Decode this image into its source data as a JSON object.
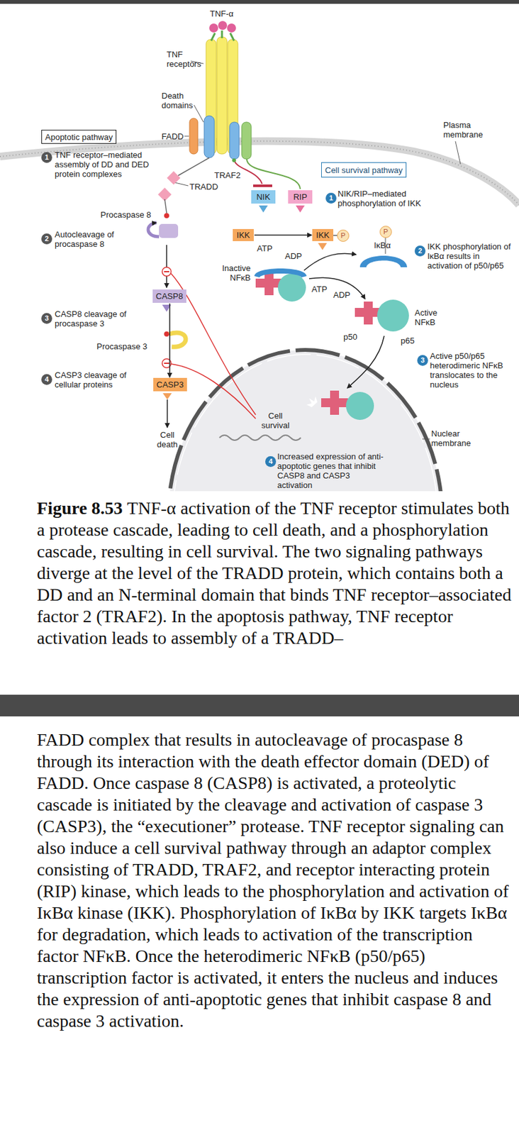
{
  "diagram": {
    "caption": "TNF-α activation of the TNF receptor stimulates both a protease cascade, leading to cell death, and a phosphorylation cascade, resulting in cell survival. The two signaling pathways diverge at the level of the TRADD protein, which contains both a DD and an N-terminal domain that binds TNF receptor–associated factor 2 (TRAF2). In the apoptosis pathway, TNF receptor activation leads to assembly of a TRADD–",
    "nodes": [
      {
        "text": [
          "Apoptotic pathway"
        ]
      },
      {
        "text": [
          "Cell survival pathway"
        ]
      },
      {
        "text": [
          "NIK"
        ]
      },
      {
        "text": [
          "RIP"
        ]
      },
      {
        "text": [
          "IKK"
        ]
      },
      {
        "text": [
          "IKK"
        ]
      },
      {
        "text": [
          "P"
        ]
      },
      {
        "text": [
          "P"
        ]
      },
      {
        "text": [
          "CASP8"
        ]
      },
      {
        "text": [
          "CASP3"
        ]
      }
    ],
    "edges": [
      {
        "from": 4,
        "to": 5,
        "arrow": "to"
      },
      {
        "from": 8,
        "to": 9,
        "arrow": "to"
      }
    ],
    "labels": [
      "TNF-α",
      "TNF receptors",
      "Death domains",
      "FADD",
      "Plasma membrane",
      "TRAF2",
      "TRADD",
      "1",
      "TNF receptor–mediated assembly of DD and DED protein complexes",
      "1",
      "NIK/RIP–mediated phosphorylation of IKK",
      "Procaspase 8",
      "2",
      "Autocleavage of procaspase 8",
      "ATP",
      "ADP",
      "IκBα",
      "2",
      "IKK phosphorylation of IκBα results in activation of p50/p65",
      "Inactive NFκB",
      "ATP",
      "ADP",
      "Active NFκB",
      "p50",
      "p65",
      "3",
      "CASP8 cleavage of procaspase 3",
      "Procaspase 3",
      "3",
      "Active p50/p65 heterodimeric NFκB translocates to the nucleus",
      "4",
      "CASP3 cleavage of cellular proteins",
      "Cell survival",
      "Cell death",
      "Nuclear membrane",
      "4",
      "Increased expression of anti-apoptotic genes that inhibit CASP8 and CASP3 activation",
      "Figure 8.53",
      "FADD complex that results in autocleavage of procaspase 8 through its interaction with the death effector domain (DED) of FADD. Once caspase 8 (CASP8) is activated, a proteolytic cascade is initiated by the cleavage and activation of caspase 3 (CASP3), the “executioner” protease. TNF receptor signaling can also induce a cell survival pathway through an adaptor complex consisting of TRADD, TRAF2, and receptor interacting protein (RIP) kinase, which leads to the phosphorylation and activation of IκBα kinase (IKK). Phosphorylation of IκBα by IKK targets IκBα for degradation, which leads to activation of the transcription factor NFκB. Once the heterodimeric NFκB (p50/p65) transcription factor is activated, it enters the nucleus and induces the expression of anti-apoptotic genes that inhibit caspase 8 and caspase 3 activation."
    ]
  }
}
